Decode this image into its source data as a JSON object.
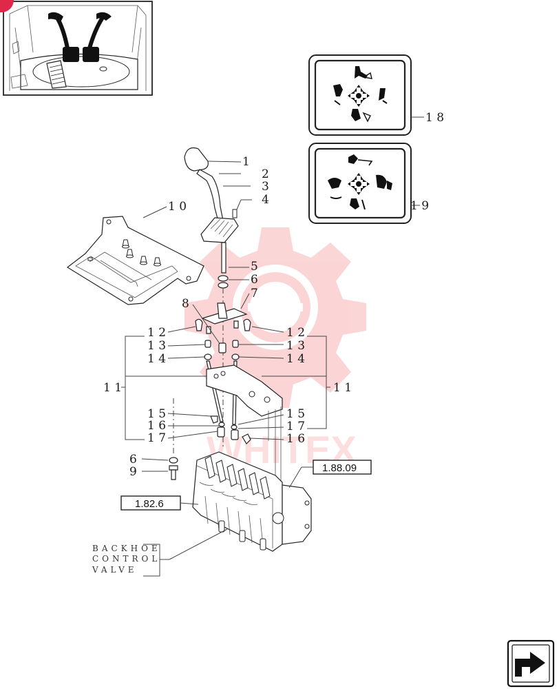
{
  "callouts": {
    "c1": "1",
    "c2": "2",
    "c3": "3",
    "c4": "4",
    "c5": "5",
    "c6": "6",
    "c7": "7",
    "c8": "8",
    "c9": "9",
    "c6b": "6",
    "c10": "1 0",
    "c11L": "1 1",
    "c11R": "1 1",
    "c12L": "1 2",
    "c12R": "1 2",
    "c13L": "1 3",
    "c13R": "1 3",
    "c14L": "1 4",
    "c14R": "1 4",
    "c15L": "1 5",
    "c15R": "1 5",
    "c16L": "1 6",
    "c16R": "1 6",
    "c17L": "1 7",
    "c17R": "1 7",
    "c18": "1 8",
    "c19": "1 9"
  },
  "references": {
    "ref_right": "1.88.09",
    "ref_left": "1.82.6"
  },
  "caption": {
    "line1": "BACKHOE",
    "line2": "CONTROL",
    "line3": "VALVE"
  },
  "watermark": {
    "text": "WHITEX",
    "color": "#f26b6b"
  },
  "colors": {
    "line": "#222222",
    "badge": "#e0284a",
    "watermark": "#f26b6b"
  },
  "icons": {
    "thumbnail": "cab-control-levers-thumbnail",
    "sticker_top": "excavator-pattern-decal-icon",
    "sticker_bottom": "backhoe-pattern-decal-icon",
    "nav": "next-page-arrow-icon"
  }
}
